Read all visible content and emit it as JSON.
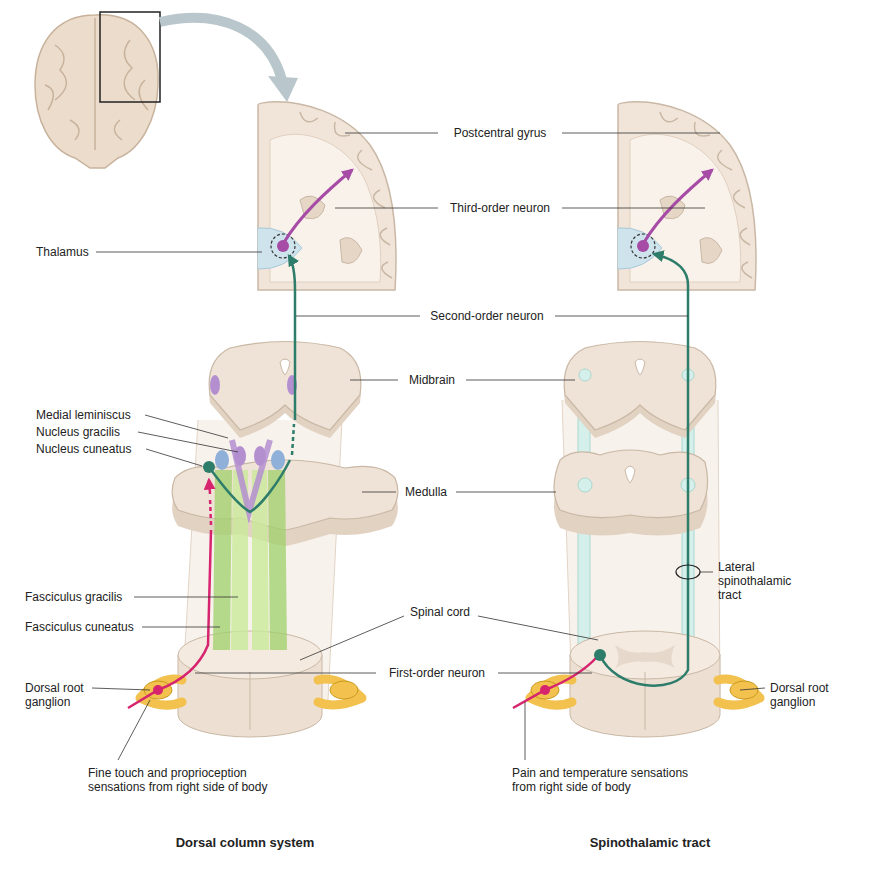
{
  "diagram": {
    "labels": [
      "Postcentral gyrus",
      "Third-order neuron",
      "Thalamus",
      "Second-order neuron",
      "Midbrain",
      "Medial leminiscus",
      "Nucleus gracilis",
      "Nucleus cuneatus",
      "Medulla",
      "Fasciculus gracilis",
      "Fasciculus cuneatus",
      "Spinal cord",
      "Lateral spinothalamic tract",
      "First-order neuron",
      "Dorsal root ganglion",
      "Dorsal root ganglion",
      "Fine touch and proprioception sensations from right side of body",
      "Pain and temperature sensations from right side of body",
      "Dorsal column system",
      "Spinothalamic tract"
    ]
  }
}
